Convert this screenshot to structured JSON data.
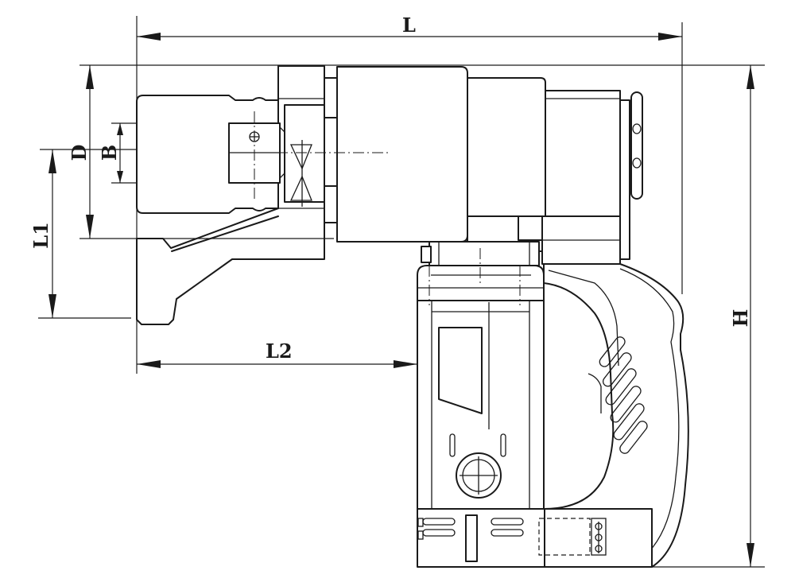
{
  "dimensions": {
    "L": "L",
    "H": "H",
    "D": "D",
    "B": "B",
    "L1": "L1",
    "L2": "L2"
  },
  "colors": {
    "line": "#1a1a1a",
    "background": "#ffffff"
  }
}
